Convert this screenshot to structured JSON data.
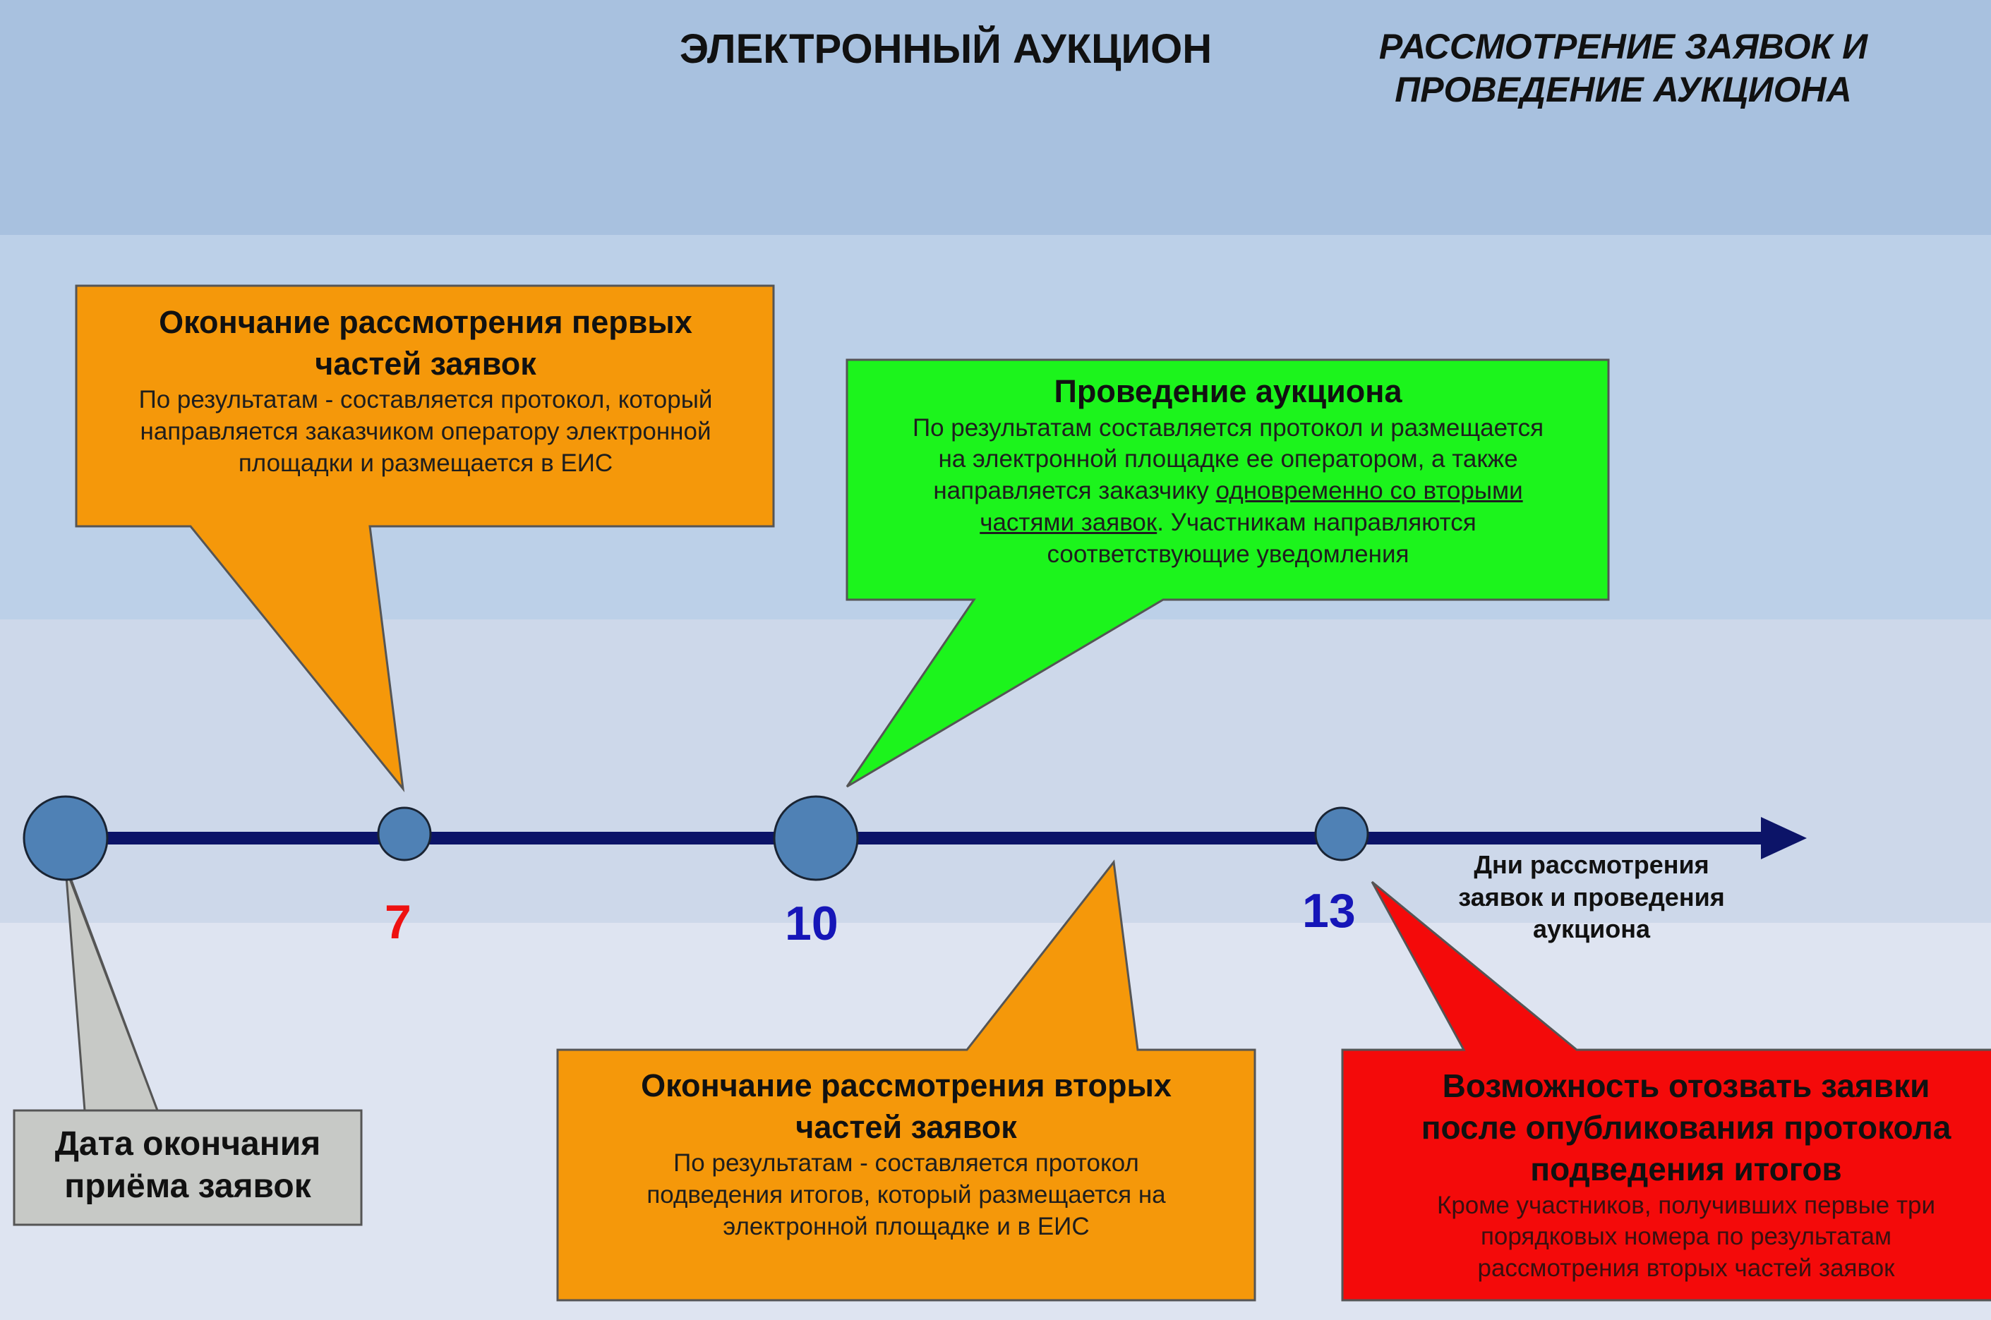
{
  "header": {
    "title": "ЭЛЕКТРОННЫЙ АУКЦИОН",
    "subtitle_line1": "РАССМОТРЕНИЕ ЗАЯВОК И",
    "subtitle_line2": "ПРОВЕДЕНИЕ АУКЦИОНА"
  },
  "timeline": {
    "axis_label_line1": "Дни рассмотрения",
    "axis_label_line2": "заявок и проведения",
    "axis_label_line3": "аукциона",
    "days": [
      "7",
      "10",
      "13"
    ]
  },
  "callouts": {
    "first_parts": {
      "heading_line1": "Окончание рассмотрения первых",
      "heading_line2": "частей заявок",
      "text_line1": "По результатам - составляется протокол, который",
      "text_line2": "направляется заказчиком оператору электронной",
      "text_line3": "площадки и размещается в ЕИС"
    },
    "auction": {
      "heading": "Проведение аукциона",
      "text_line1": "По результатам составляется протокол и размещается",
      "text_line2": "на электронной площадке ее оператором, а также",
      "text_line3_a": "направляется заказчику ",
      "text_line3_b": "одновременно со вторыми",
      "text_line4_a": "частями заявок",
      "text_line4_b": ". Участникам направляются",
      "text_line5": "соответствующие уведомления"
    },
    "deadline": {
      "heading_line1": "Дата окончания",
      "heading_line2": "приёма заявок"
    },
    "second_parts": {
      "heading_line1": "Окончание рассмотрения вторых",
      "heading_line2": "частей заявок",
      "text_line1": "По результатам - составляется протокол",
      "text_line2": "подведения итогов, который размещается на",
      "text_line3": "электронной площадке и в ЕИС"
    },
    "withdraw": {
      "heading_line1": "Возможность отозвать заявки",
      "heading_line2": "после опубликования протокола",
      "heading_line3": "подведения итогов",
      "text_line1": "Кроме участников, получивших первые три",
      "text_line2": "порядковых номера по результатам",
      "text_line3": "рассмотрения вторых частей заявок"
    }
  },
  "colors": {
    "orange": "#f5980a",
    "green": "#1cf41c",
    "red": "#f40a0a",
    "gray": "#c7c9c6",
    "axis": "#0c1468",
    "node": "#4f81b5",
    "day_red": "#ee1111",
    "day_blue": "#1616b8"
  }
}
